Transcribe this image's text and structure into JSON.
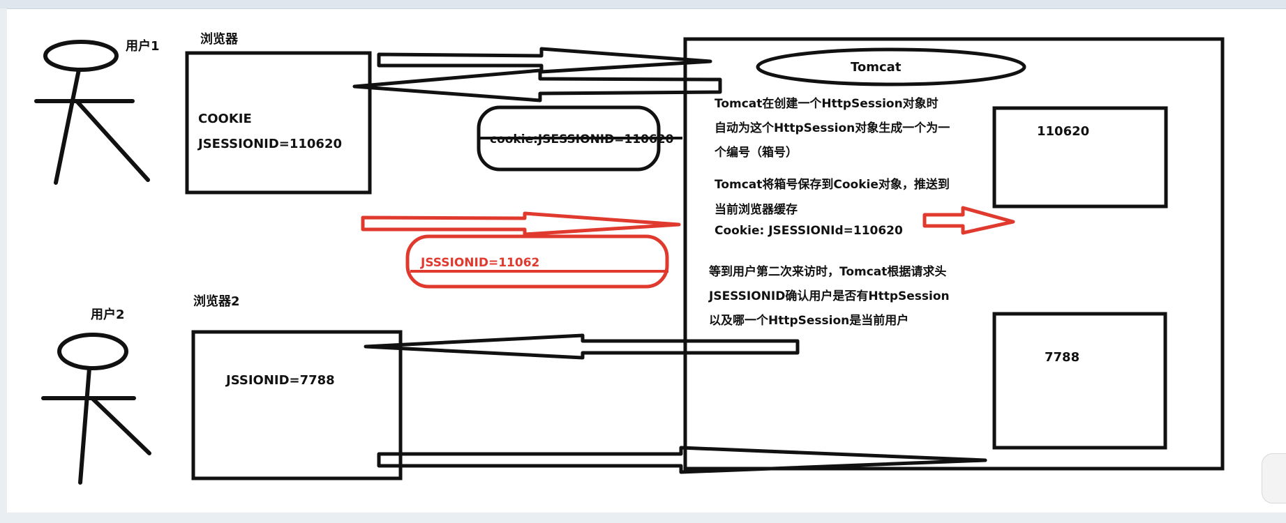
{
  "labels": {
    "user1": "用户1",
    "browser1": "浏览器",
    "user2": "用户2",
    "browser2": "浏览器2"
  },
  "browser1_box": {
    "cookie": "COOKIE",
    "jsessionid": "JSESSIONID=110620"
  },
  "browser2_box": {
    "jsessionid": "JSSIONID=7788"
  },
  "cookie_bubble": "cookie:JSESSIONID=110620",
  "red_bubble": "JSSSIONID=11062",
  "server": {
    "title": "Tomcat",
    "para1_line1": "Tomcat在创建一个HttpSession对象时",
    "para1_line2": "自动为这个HttpSession对象生成一个为一",
    "para1_line3": "个编号（箱号）",
    "para2_line1": "Tomcat将箱号保存到Cookie对象，推送到",
    "para2_line2": "当前浏览器缓存",
    "para2_line3": "Cookie: JSESSIONId=110620",
    "para3_line1": "等到用户第二次来访时，Tomcat根据请求头",
    "para3_line2": "JSESSIONID确认用户是否有HttpSession",
    "para3_line3": "以及哪一个HttpSession是当前用户",
    "session1_id": "110620",
    "session2_id": "7788"
  },
  "colors": {
    "ink": "#111111",
    "red": "#e03a2f"
  }
}
